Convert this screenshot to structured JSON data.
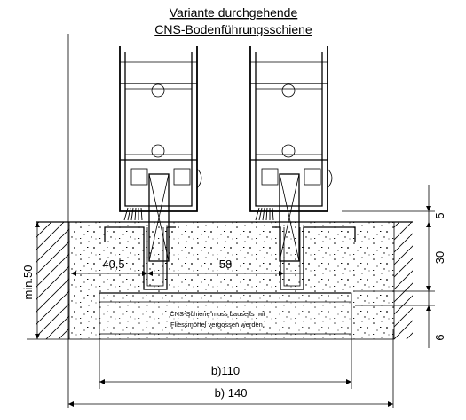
{
  "title": {
    "line1": "Variante durchgehende",
    "line2": "CNS-Bodenführungsschiene"
  },
  "note": {
    "line1": "CNS-Schiene muss bauseits mit",
    "line2": "Fliessmörtel vergossen werden."
  },
  "dimensions": {
    "top_offset": "5",
    "layer_height": "30",
    "base_height": "6",
    "min_depth": "min.50",
    "left_spacing": "40,5",
    "rail_spacing": "58",
    "inner_width": "b)110",
    "outer_width": "b) 140"
  }
}
